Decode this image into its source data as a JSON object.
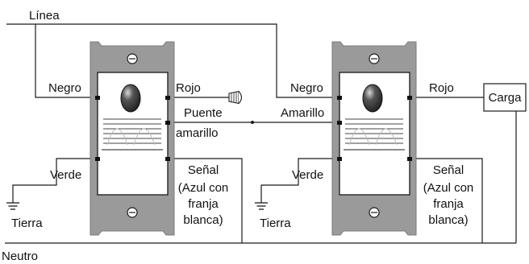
{
  "labels": {
    "linea": "Línea",
    "neutro": "Neutro",
    "carga": "Carga",
    "left": {
      "negro": "Negro",
      "rojo": "Rojo",
      "verde": "Verde",
      "tierra": "Tierra",
      "puente": "Puente",
      "amarillo": "amarillo",
      "senal": "Señal",
      "azul_con": "(Azul con",
      "franja": "franja",
      "blanca": "blanca)"
    },
    "right": {
      "negro": "Negro",
      "rojo": "Rojo",
      "amarillo": "Amarillo",
      "verde": "Verde",
      "tierra": "Tierra",
      "senal": "Señal",
      "azul_con": "(Azul con",
      "franja": "franja",
      "blanca": "blanca)"
    }
  },
  "colors": {
    "wire": "#1a1a1a",
    "plate": "#9a9a9a",
    "device_body": "#ffffff",
    "lens": "#2b2b2b",
    "terminal": "#111111"
  },
  "icons": {
    "wire_nut": "wire-nut-icon",
    "ground": "ground-symbol-icon",
    "lens": "sensor-lens-icon",
    "screw": "mounting-screw-icon"
  }
}
